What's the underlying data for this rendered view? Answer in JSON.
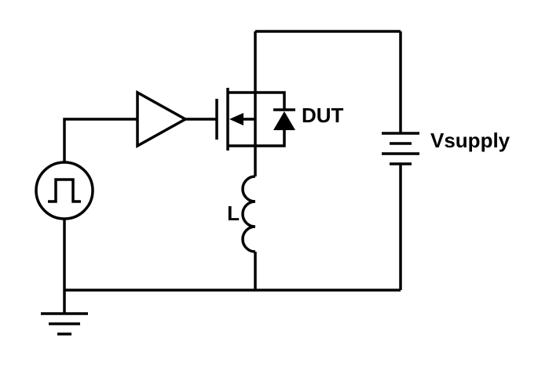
{
  "diagram": {
    "type": "circuit-schematic",
    "labels": {
      "inductor": "L",
      "dut": "DUT",
      "supply": "Vsupply"
    },
    "components": [
      {
        "name": "pulse-generator-source"
      },
      {
        "name": "gate-driver-buffer"
      },
      {
        "name": "mosfet-with-body-diode-dut"
      },
      {
        "name": "inductor-l"
      },
      {
        "name": "battery-vsupply"
      },
      {
        "name": "ground"
      }
    ],
    "colors": {
      "line": "#000000",
      "background": "#ffffff"
    }
  }
}
